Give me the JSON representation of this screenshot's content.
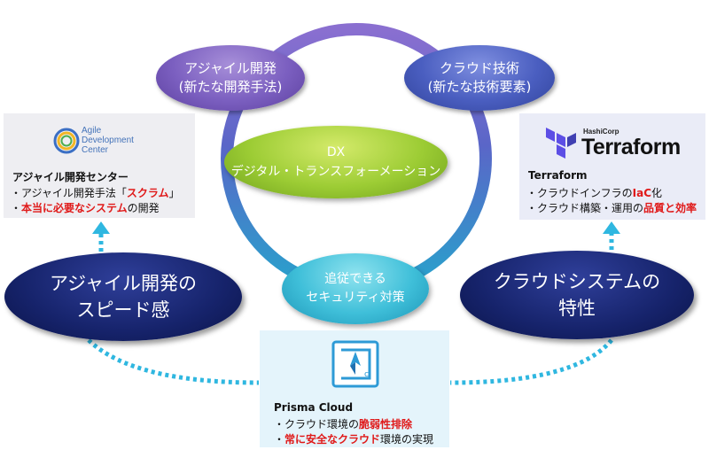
{
  "ellipses": {
    "agile_dev": {
      "line1": "アジャイル開発",
      "line2": "(新たな開発手法)"
    },
    "cloud_tech": {
      "line1": "クラウド技術",
      "line2": "(新たな技術要素)"
    },
    "dx": {
      "line1": "DX",
      "line2": "デジタル・トランスフォーメーション"
    },
    "security": {
      "line1": "追従できる",
      "line2": "セキュリティ対策"
    },
    "agile_speed": {
      "line1": "アジャイル開発の",
      "line2": "スピード感"
    },
    "cloud_system": {
      "line1": "クラウドシステムの",
      "line2": "特性"
    }
  },
  "adc_box": {
    "logo_line1": "Agile",
    "logo_line2": "Development",
    "logo_line3": "Center",
    "heading": "アジャイル開発センター",
    "line1_pre": "・アジャイル開発手法「",
    "line1_red": "スクラム",
    "line1_post": "」",
    "line2_bullet": "・",
    "line2_red": "本当に必要なシステム",
    "line2_post": "の開発"
  },
  "tf_box": {
    "logo_brand": "HashiCorp",
    "logo_name": "Terraform",
    "heading": "Terraform",
    "line1_pre": "・クラウドインフラの",
    "line1_red": "IaC",
    "line1_post": "化",
    "line2_pre": "・クラウド構築・運用の",
    "line2_red": "品質と効率"
  },
  "prisma_box": {
    "heading": "Prisma Cloud",
    "line1_pre": "・クラウド環境の",
    "line1_red": "脆弱性排除",
    "line2_bullet": "・",
    "line2_red": "常に安全なクラウド",
    "line2_post": "環境の実現"
  },
  "colors": {
    "cycle_purple": "#7a68c8",
    "cycle_teal": "#2fa6c9",
    "dotted_arrow": "#2fb7e0",
    "highlight_red": "#e01919"
  }
}
